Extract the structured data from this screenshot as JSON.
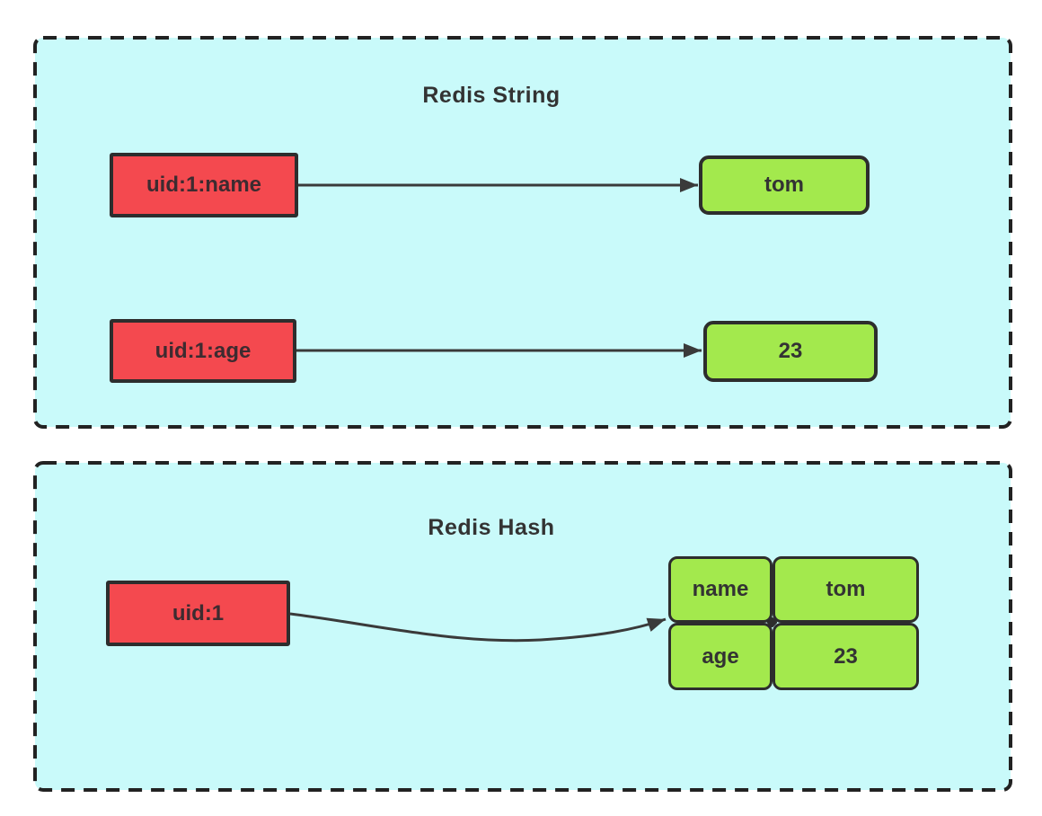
{
  "colors": {
    "page_bg": "#ffffff",
    "panel_bg": "#c9fafa",
    "panel_border": "#222222",
    "key_fill": "#f4494f",
    "value_fill": "#a3e94d",
    "box_border": "#2d2d2d",
    "line_color": "#3a3a3a",
    "text_color": "#333333"
  },
  "panels": [
    {
      "title": "Redis String",
      "entries": [
        {
          "key": "uid:1:name",
          "value": "tom"
        },
        {
          "key": "uid:1:age",
          "value": "23"
        }
      ]
    },
    {
      "title": "Redis Hash",
      "key": "uid:1",
      "hash_fields": [
        {
          "field": "name",
          "value": "tom"
        },
        {
          "field": "age",
          "value": "23"
        }
      ]
    }
  ]
}
